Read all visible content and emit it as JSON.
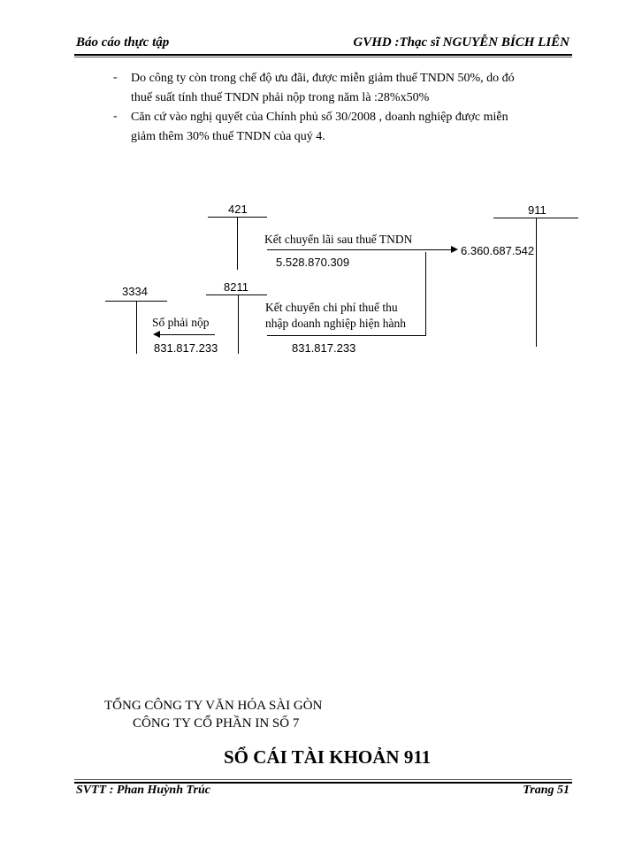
{
  "header": {
    "left": "Báo cáo thực tập",
    "right": "GVHD :Thạc sĩ NGUYỄN BÍCH LIÊN"
  },
  "bullets": [
    {
      "marker": "-",
      "lines": [
        "Do công ty còn trong chế độ ưu đãi, được miễn giảm thuế TNDN 50%, do đó",
        "thuế suất tính thuế TNDN phải nộp trong năm là :28%x50%"
      ]
    },
    {
      "marker": "-",
      "lines": [
        "Căn cứ vào nghị quyết của Chính phủ số 30/2008 , doanh nghiệp được miễn",
        "giảm thêm 30% thuế TNDN  của quý 4."
      ]
    }
  ],
  "diagram": {
    "accounts": {
      "a421": "421",
      "a911": "911",
      "a3334": "3334",
      "a8211": "8211"
    },
    "entries": {
      "profit_transfer_label": "Kết chuyển lãi sau thuế TNDN",
      "profit_transfer_amount": "5.528.870.309",
      "total_911_amount": "6.360.687.542",
      "tax_expense_label_line1": "Kết chuyển  chi phí  thuế thu",
      "tax_expense_label_line2": "nhập  doanh nghiệp  hiện hành",
      "tax_expense_amount": "831.817.233",
      "payable_label": "Số phải nộp",
      "payable_amount": "831.817.233"
    }
  },
  "ledger": {
    "org_line1": "TỔNG CÔNG TY VĂN HÓA SÀI GÒN",
    "org_line2": "CÔNG TY CỔ PHẦN IN SỐ 7",
    "title": "SỔ CÁI TÀI KHOẢN 911"
  },
  "footer": {
    "left": "SVTT : Phan Huỳnh  Trúc",
    "right": "Trang 51"
  }
}
